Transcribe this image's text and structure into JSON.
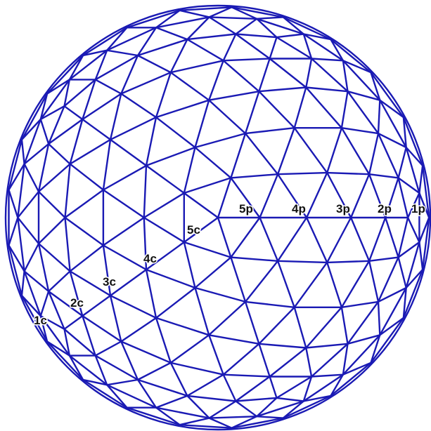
{
  "colors": {
    "line": "#1a1ab4",
    "label": "#111111",
    "background": "#ffffff"
  },
  "labels": {
    "c": [
      "1c",
      "2c",
      "3c",
      "4c",
      "5c"
    ],
    "p": [
      "5p",
      "4p",
      "3p",
      "2p",
      "1p"
    ]
  }
}
